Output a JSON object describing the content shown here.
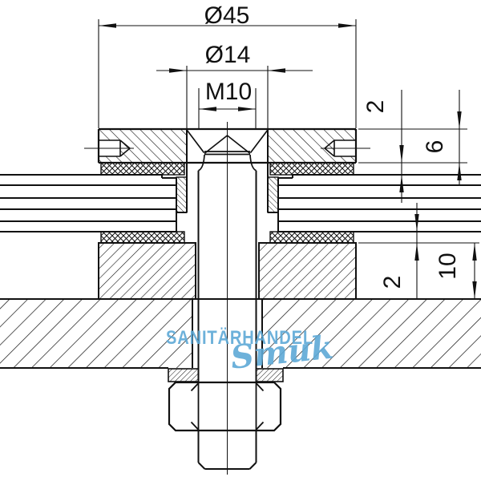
{
  "drawing": {
    "description": "Cross-section of countersunk glass point fixing with threaded stud, bushings, gaskets, clamping disc, substructure, washer and hex nut"
  },
  "dimensions": {
    "d45": "Ø45",
    "d14": "Ø14",
    "m10": "M10",
    "gap_top": "2",
    "disc_height": "6",
    "gap_bottom": "2",
    "rosette_height": "10"
  },
  "watermark": {
    "line1": "SANITÄRHANDEL",
    "line2": "Smuk",
    "color": "#5ea9d6"
  },
  "colors": {
    "line": "#111111",
    "background": "#ffffff"
  }
}
